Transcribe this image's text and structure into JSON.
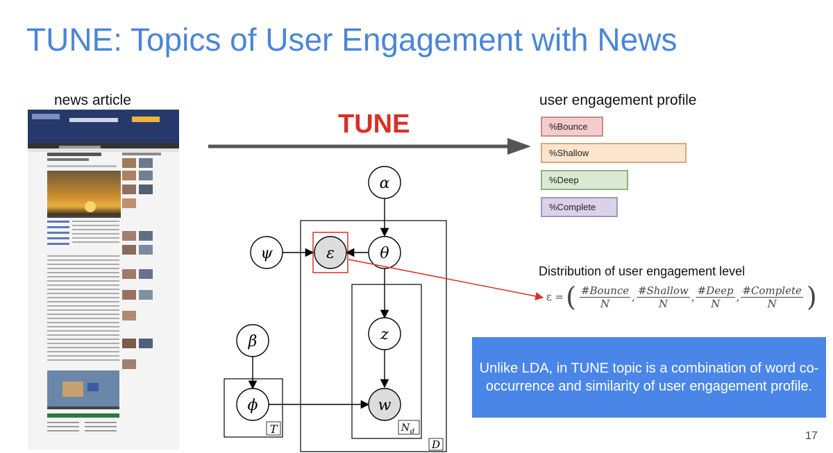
{
  "title": "TUNE: Topics of User Engagement with News",
  "news_article_label": "news article",
  "tune_label": "TUNE",
  "profile": {
    "label": "user engagement profile",
    "bars": [
      {
        "name": "bounce",
        "label": "%Bounce",
        "value": 0.3,
        "color": "#f4cccc"
      },
      {
        "name": "shallow",
        "label": "%Shallow",
        "value": 0.7,
        "color": "#fce5cd"
      },
      {
        "name": "deep",
        "label": "%Deep",
        "value": 0.42,
        "color": "#d9ead3"
      },
      {
        "name": "complete",
        "label": "%Complete",
        "value": 0.37,
        "color": "#d9d2e9"
      }
    ]
  },
  "distribution": {
    "label": "Distribution of user engagement level",
    "lhs": "ε =",
    "terms": [
      {
        "num": "#Bounce",
        "den": "N"
      },
      {
        "num": "#Shallow",
        "den": "N"
      },
      {
        "num": "#Deep",
        "den": "N"
      },
      {
        "num": "#Complete",
        "den": "N"
      }
    ]
  },
  "graph": {
    "nodes": {
      "alpha": "α",
      "psi": "ψ",
      "epsilon": "ε",
      "theta": "θ",
      "z": "z",
      "beta": "β",
      "phi": "ϕ",
      "w": "w"
    },
    "plates": {
      "T": "T",
      "Nd": "N",
      "Nd_sub": "d",
      "D": "D"
    }
  },
  "callout": "Unlike LDA, in TUNE topic is a combination of word co-occurrence and similarity of user engagement profile.",
  "page_number": "17",
  "colors": {
    "title": "#4a86d8",
    "tune": "#d93025",
    "callout_bg": "#4a86e8",
    "highlight": "#d93025"
  }
}
